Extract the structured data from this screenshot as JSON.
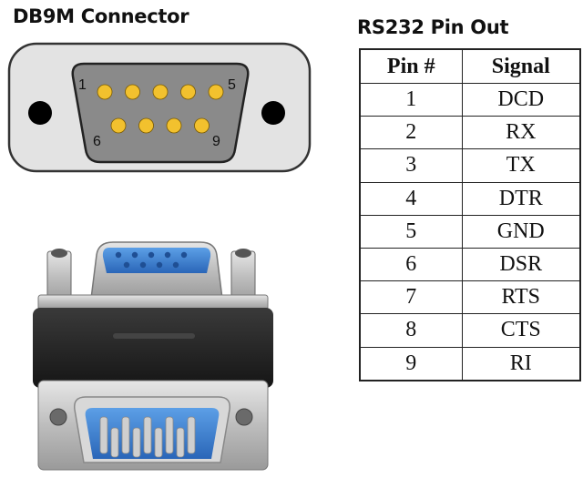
{
  "connector_diagram": {
    "title": "DB9M Connector",
    "pin_label_top_left": "1",
    "pin_label_top_right": "5",
    "pin_label_bottom_left": "6",
    "pin_label_bottom_right": "9",
    "top_row_pins": 5,
    "bottom_row_pins": 4,
    "colors": {
      "shell_fill": "#e3e3e3",
      "trapezoid_fill": "#8a8a8a",
      "pin_fill": "#f2c12e",
      "hole_fill": "#000000"
    }
  },
  "pinout_table": {
    "title": "RS232 Pin Out",
    "headers": [
      "Pin #",
      "Signal"
    ],
    "rows": [
      {
        "pin": "1",
        "signal": "DCD"
      },
      {
        "pin": "2",
        "signal": "RX"
      },
      {
        "pin": "3",
        "signal": "TX"
      },
      {
        "pin": "4",
        "signal": "DTR"
      },
      {
        "pin": "5",
        "signal": "GND"
      },
      {
        "pin": "6",
        "signal": "DSR"
      },
      {
        "pin": "7",
        "signal": "RTS"
      },
      {
        "pin": "8",
        "signal": "CTS"
      },
      {
        "pin": "9",
        "signal": "RI"
      }
    ]
  },
  "photo": {
    "subject": "right-angle DB9 adapter",
    "colors": {
      "body": "#2a2a2a",
      "metal": "#c9c9c9",
      "insulator": "#3b7fd0"
    }
  }
}
